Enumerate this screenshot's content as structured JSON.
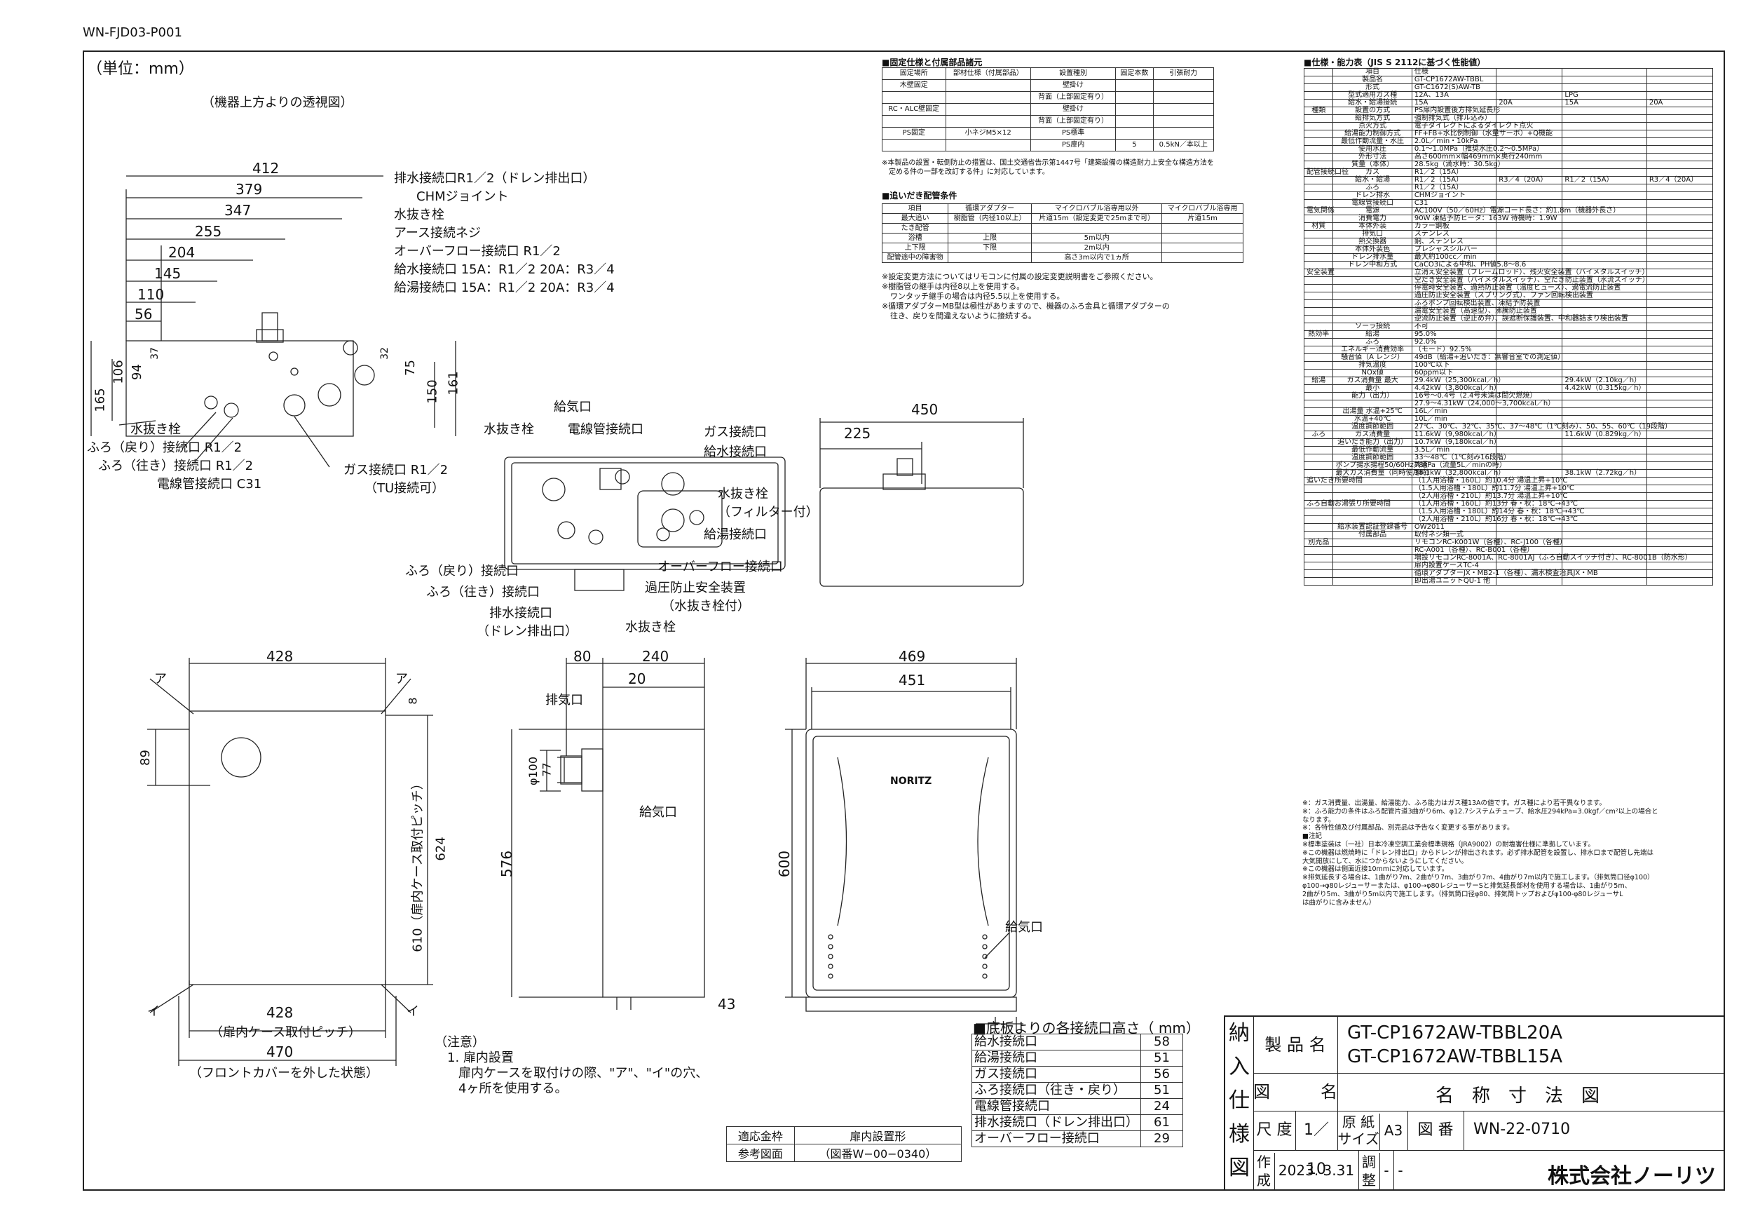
{
  "doc_code": "WN-FJD03-P001",
  "unit_label": "（単位：mm）",
  "top_view": {
    "caption": "（機器上方よりの透視図）",
    "dims_h": [
      "412",
      "379",
      "347",
      "255",
      "204",
      "145",
      "110",
      "56"
    ],
    "dims_v": [
      "165",
      "106",
      "94",
      "37",
      "32",
      "75",
      "150",
      "161"
    ],
    "labels": [
      "排水接続口R1／2（ドレン排出口）",
      "CHMジョイント",
      "水抜き栓",
      "アース接続ネジ",
      "オーバーフロー接続口 R1／2",
      "給水接続口 15A：R1／2 20A：R3／4",
      "給湯接続口 15A：R1／2 20A：R3／4",
      "水抜き栓",
      "ふろ（戻り）接続口 R1／2",
      "ふろ（往き）接続口 R1／2",
      "電線管接続口 C31",
      "ガス接続口 R1／2",
      "（TU接続可）"
    ]
  },
  "bottom_view": {
    "labels": [
      "給気口",
      "水抜き栓",
      "電線管接続口",
      "ガス接続口",
      "給水接続口",
      "水抜き栓",
      "（フィルター付）",
      "給湯接続口",
      "オーバーフロー接続口",
      "過圧防止安全装置",
      "（水抜き栓付）",
      "水抜き栓",
      "排水接続口",
      "（ドレン排出口）",
      "ふろ（戻り）接続口",
      "ふろ（往き）接続口"
    ]
  },
  "top_exterior": {
    "dims": [
      "450",
      "225"
    ]
  },
  "front_case": {
    "dims": [
      "428",
      "89",
      "8",
      "624",
      "610（扉内ケース取付ピッチ）",
      "428",
      "（扉内ケース取付ピッチ）",
      "470",
      "（フロントカバーを外した状態）"
    ],
    "marks": [
      "ア",
      "ア",
      "イ",
      "イ"
    ]
  },
  "side_view": {
    "dims": [
      "80",
      "240",
      "20",
      "φ100",
      "77",
      "576"
    ],
    "labels": [
      "排気口",
      "給気口"
    ]
  },
  "front_view": {
    "dims": [
      "469",
      "451",
      "600",
      "43"
    ],
    "labels": [
      "給気口"
    ],
    "brand": "NORITZ"
  },
  "notes": {
    "title": "（注意）",
    "lines": [
      "1. 扉内設置",
      "扉内ケースを取付けの際、\"ア\"、\"イ\"の穴、",
      "4ヶ所を使用する。"
    ]
  },
  "fix_table": {
    "title": "■固定仕様と付属部品諸元",
    "headers": [
      "固定場所",
      "部材仕様（付属部品）",
      "設置種別",
      "固定本数",
      "引張耐力"
    ],
    "rows": [
      [
        "木壁固定",
        "",
        "壁掛け",
        "",
        ""
      ],
      [
        "",
        "",
        "背面（上部固定有り）",
        "",
        ""
      ],
      [
        "RC・ALC壁固定",
        "",
        "壁掛け",
        "",
        ""
      ],
      [
        "",
        "",
        "背面（上部固定有り）",
        "",
        ""
      ],
      [
        "PS固定",
        "小ネジM5×12",
        "PS標準",
        "",
        ""
      ],
      [
        "",
        "",
        "PS扉内",
        "5",
        "0.5kN／本以上"
      ]
    ],
    "notes": [
      "※本製品の設置・転倒防止の措置は、国土交通省告示第1447号「建築設備の構造耐力上安全な構造方法を",
      "定める件の一部を改訂する件」に対応しています。"
    ]
  },
  "pipe_table": {
    "title": "■追いだき配管条件",
    "headers": [
      "項目",
      "循環アダプター",
      "マイクロバブル浴専用以外",
      "マイクロバブル浴専用"
    ],
    "rows": [
      [
        "最大追い",
        "樹脂管（内径10以上）",
        "片道15m（設定変更で25mまで可）",
        "片道15m"
      ],
      [
        "たき配管",
        "",
        "",
        ""
      ],
      [
        "浴槽",
        "上限",
        "5m以内",
        ""
      ],
      [
        "上下限",
        "下限",
        "2m以内",
        ""
      ],
      [
        "配管途中の障害物",
        "",
        "高さ3m以内で1ヵ所",
        ""
      ]
    ],
    "notes": [
      "※設定変更方法についてはリモコンに付属の設定変更説明書をご参照ください。",
      "※樹脂管の継手は内径8以上を使用する。",
      "ワンタッチ継手の場合は内径5.5以上を使用する。",
      "※循環アダプターMB型は極性がありますので、機器のふろ金具と循環アダプターの",
      "往き、戻りを間違えないように接続する。"
    ]
  },
  "spec": {
    "title": "■仕様・能力表（JIS S 2112に基づく性能値）",
    "rows": [
      [
        "",
        "項目",
        "仕様",
        "",
        "",
        ""
      ],
      [
        "",
        "製品名",
        "GT-CP1672AW-TBBL",
        "",
        "",
        ""
      ],
      [
        "",
        "形式",
        "GT-C1672(S)AW-TB",
        "",
        "",
        ""
      ],
      [
        "",
        "型式適用ガス種",
        "12A、13A",
        "",
        "LPG",
        ""
      ],
      [
        "",
        "給水・給湯接続",
        "15A",
        "20A",
        "15A",
        "20A"
      ],
      [
        "種類",
        "設置の方式",
        "PS扉内設置後方排気延長形",
        "",
        "",
        ""
      ],
      [
        "",
        "給排気方式",
        "強制排気式（排ル込み）",
        "",
        "",
        ""
      ],
      [
        "",
        "点火方式",
        "電子ダイレクトによるダイレクト点火",
        "",
        "",
        ""
      ],
      [
        "",
        "給湯能力制御方式",
        "FF+FB+水比例制御（水量サーボ）+Q機能",
        "",
        "",
        ""
      ],
      [
        "",
        "最低作動流量・水圧",
        "2.0L／min・10kPa",
        "",
        "",
        ""
      ],
      [
        "",
        "使用水圧",
        "0.1〜1.0MPa（推奨水圧0.2〜0.5MPa）",
        "",
        "",
        ""
      ],
      [
        "",
        "外形寸法",
        "高さ600mm×幅469mm×奥行240mm",
        "",
        "",
        ""
      ],
      [
        "",
        "質量（本体）",
        "28.5kg（満水時：30.5kg）",
        "",
        "",
        ""
      ],
      [
        "配管接続口径",
        "ガス",
        "R1／2（15A）",
        "",
        "",
        ""
      ],
      [
        "",
        "給水・給湯",
        "R1／2（15A）",
        "R3／4（20A）",
        "R1／2（15A）",
        "R3／4（20A）"
      ],
      [
        "",
        "ふろ",
        "R1／2（15A）",
        "",
        "",
        ""
      ],
      [
        "",
        "ドレン排水",
        "CHMジョイント",
        "",
        "",
        ""
      ],
      [
        "",
        "電線管接続口",
        "C31",
        "",
        "",
        ""
      ],
      [
        "電気関係",
        "電源",
        "AC100V（50／60Hz）電源コード長さ：約1.8m（機器外長さ）",
        "",
        "",
        ""
      ],
      [
        "",
        "消費電力",
        "90W 凍結予防ヒータ：163W 待機時：1.9W",
        "",
        "",
        ""
      ],
      [
        "材質",
        "本体外装",
        "カラー鋼板",
        "",
        "",
        ""
      ],
      [
        "",
        "排気口",
        "ステンレス",
        "",
        "",
        ""
      ],
      [
        "",
        "熱交換器",
        "銅、ステンレス",
        "",
        "",
        ""
      ],
      [
        "",
        "本体外装色",
        "プレシャスシルバー",
        "",
        "",
        ""
      ],
      [
        "",
        "ドレン排水量",
        "最大約100cc／min",
        "",
        "",
        ""
      ],
      [
        "",
        "ドレン中和方式",
        "CaCO3による中和、PH値5.8〜8.6",
        "",
        "",
        ""
      ],
      [
        "安全装置",
        "",
        "立消え安全装置（フレームロッド）、残火安全装置（バイメタルスイッチ）",
        "",
        "",
        ""
      ],
      [
        "",
        "",
        "空だき安全装置（バイメタルスイッチ）、空だき防止装置（水流スイッチ）",
        "",
        "",
        ""
      ],
      [
        "",
        "",
        "停電時安全装置、過熱防止装置（温度ヒューズ）、過電流防止装置",
        "",
        "",
        ""
      ],
      [
        "",
        "",
        "過圧防止安全装置（スプリング式）、ファン回転検出装置",
        "",
        "",
        ""
      ],
      [
        "",
        "",
        "ふろポンプ回転検出装置、凍結予防装置",
        "",
        "",
        ""
      ],
      [
        "",
        "",
        "漏電安全装置（高速型）、沸騰防止装置",
        "",
        "",
        ""
      ],
      [
        "",
        "",
        "逆流防止装置（逆止め弁）、誤遮断保護装置、中和器詰まり検出装置",
        "",
        "",
        ""
      ],
      [
        "",
        "ソーラ接続",
        "不可",
        "",
        "",
        ""
      ],
      [
        "熱効率",
        "給湯",
        "95.0%",
        "",
        "",
        ""
      ],
      [
        "",
        "ふろ",
        "92.0%",
        "",
        "",
        ""
      ],
      [
        "",
        "エネルギー消費効率",
        "（モード）92.5%",
        "",
        "",
        ""
      ],
      [
        "",
        "騒音値（A レンジ）",
        "49dB（給湯+追いだき：無響音室での測定値）",
        "",
        "",
        ""
      ],
      [
        "",
        "排気温度",
        "100℃以下",
        "",
        "",
        ""
      ],
      [
        "",
        "NOx値",
        "60ppm以下",
        "",
        "",
        ""
      ],
      [
        "給湯",
        "ガス消費量 最大",
        "29.4kW（25,300kcal／h）",
        "",
        "29.4kW（2.10kg／h）",
        ""
      ],
      [
        "",
        "最小",
        "4.42kW（3,800kcal／h）",
        "",
        "4.42kW（0.315kg／h）",
        ""
      ],
      [
        "",
        "能力（出力）",
        "16号〜0.4号（2.4号未満は間欠燃焼）",
        "",
        "",
        ""
      ],
      [
        "",
        "",
        "27.9〜4.31kW（24,000〜3,700kcal／h）",
        "",
        "",
        ""
      ],
      [
        "",
        "出湯量 水温+25℃",
        "16L／min",
        "",
        "",
        ""
      ],
      [
        "",
        "水温+40℃",
        "10L／min",
        "",
        "",
        ""
      ],
      [
        "",
        "温度調節範囲",
        "27℃、30℃、32℃、35℃、37〜48℃（1℃刻み）、50、55、60℃（19段階）",
        "",
        "",
        ""
      ],
      [
        "ふろ",
        "ガス消費量",
        "11.6kW（9,980kcal／h）",
        "",
        "11.6kW（0.829kg／h）",
        ""
      ],
      [
        "",
        "追いだき能力（出力）",
        "10.7kW（9,180kcal／h）",
        "",
        "",
        ""
      ],
      [
        "",
        "最低作動流量",
        "3.5L／min",
        "",
        "",
        ""
      ],
      [
        "",
        "温度調節範囲",
        "33〜48℃（1℃刻み16段階）",
        "",
        "",
        ""
      ],
      [
        "",
        "ポンプ揚水揚程50/60Hz共通",
        "78kPa（流量5L／minの時）",
        "",
        "",
        ""
      ],
      [
        "",
        "最大ガス消費量（同時使用時）",
        "38.1kW（32,800kcal／h）",
        "",
        "38.1kW（2.72kg／h）",
        ""
      ],
      [
        "追いだき所要時間",
        "",
        "（1人用浴槽・160L）約10.4分 湯温上昇+10℃",
        "",
        "",
        ""
      ],
      [
        "",
        "",
        "（1.5人用浴槽・180L）約11.7分 湯温上昇+10℃",
        "",
        "",
        ""
      ],
      [
        "",
        "",
        "（2人用浴槽・210L）約13.7分 湯温上昇+10℃",
        "",
        "",
        ""
      ],
      [
        "ふろ自動お湯張り所要時間",
        "",
        "（1人用浴槽・160L）約13分 春・秋：18℃→43℃",
        "",
        "",
        ""
      ],
      [
        "",
        "",
        "（1.5人用浴槽・180L）約14分 春・秋：18℃→43℃",
        "",
        "",
        ""
      ],
      [
        "",
        "",
        "（2人用浴槽・210L）約16分 春・秋：18℃→43℃",
        "",
        "",
        ""
      ],
      [
        "",
        "給水装置認証登録番号",
        "OW2011",
        "",
        "",
        ""
      ],
      [
        "",
        "付属部品",
        "取付ネジ類一式",
        "",
        "",
        ""
      ],
      [
        "別売品",
        "",
        "リモコンRC-K001W（各種）、RC-J100（各種）",
        "",
        "",
        ""
      ],
      [
        "",
        "",
        "RC-A001（各種）、RC-B001（各種）",
        "",
        "",
        ""
      ],
      [
        "",
        "",
        "増設リモコンRC-8001A、RC-8001AJ（ふろ自動スイッチ付き）、RC-8001B（防水形）",
        "",
        "",
        ""
      ],
      [
        "",
        "",
        "扉内設置ケースTC-4",
        "",
        "",
        ""
      ],
      [
        "",
        "",
        "循環アダプターJX・MB2-1（各種）、漏水検査治具JX・MB",
        "",
        "",
        ""
      ],
      [
        "",
        "",
        "即出湯ユニットQU-1 他",
        "",
        "",
        ""
      ]
    ],
    "footnotes": [
      "※：ガス消費量、出湯量、給湯能力、ふろ能力はガス種13Aの値です。ガス種により若干異なります。",
      "※：ふろ能力の条件はふろ配管片道3曲がり6m、φ12.7システムチューブ、給水圧294kPa=3.0kgf／cm²以上の場合と",
      "なります。",
      "※：各特性値及び付属部品、別売品は予告なく変更する事があります。",
      "■注記",
      "※標準塗装は（一社）日本冷凍空調工業会標準規格（JRA9002）の耐塩害仕様に準拠しています。",
      "※この機器は燃焼時に「ドレン排出口」からドレンが排出されます。必ず排水配管を設置し、排水口まで配管し先端は",
      "大気開放にして、水につからないようにしてください。",
      "※この機器は側面近接10mmに対応しています。",
      "※排気延長する場合は、1曲がり7m、2曲がり7m、3曲がり7m、4曲がり7m以内で施工します。（排気筒口径φ100）",
      "φ100→φ80レジューサーまたは、φ100→φ80レジューサーSと排気延長部材を使用する場合は、1曲がり5m、",
      "2曲がり5m、3曲がり5m以内で施工します。（排気筒口径φ80、排気筒トップおよびφ100-φ80レジューサL",
      "は曲がりに含みません）"
    ]
  },
  "bottom_heights": {
    "title": "■底板よりの各接続口高さ（ mm）",
    "rows": [
      [
        "給水接続口",
        "58"
      ],
      [
        "給湯接続口",
        "51"
      ],
      [
        "ガス接続口",
        "56"
      ],
      [
        "ふろ接続口（往き・戻り）",
        "51"
      ],
      [
        "電線管接続口",
        "24"
      ],
      [
        "排水接続口（ドレン排出口）",
        "61"
      ],
      [
        "オーバーフロー接続口",
        "29"
      ]
    ]
  },
  "applicable": {
    "rows": [
      [
        "適応金枠",
        "扉内設置形"
      ],
      [
        "参考図面",
        "（図番W−00−0340）"
      ]
    ]
  },
  "title_block": {
    "side": [
      "納",
      "入",
      "仕",
      "様",
      "図"
    ],
    "product_label": "製 品 名",
    "product_names": [
      "GT-CP1672AW-TBBL20A",
      "GT-CP1672AW-TBBL15A"
    ],
    "drawing_label": "図　　　名",
    "drawing_name": "名　称　寸　法　図",
    "scale_label": "尺 度",
    "scale": "1／10",
    "paper_label": "原 紙 サイズ",
    "paper": "A3",
    "number_label": "図 番",
    "number": "WN-22-0710",
    "made_label": "作 成",
    "made": "2023. 3.31",
    "adjust_label": "調 整",
    "adjust": "-",
    "adjust2": "-",
    "company": "株式会社ノーリツ"
  }
}
